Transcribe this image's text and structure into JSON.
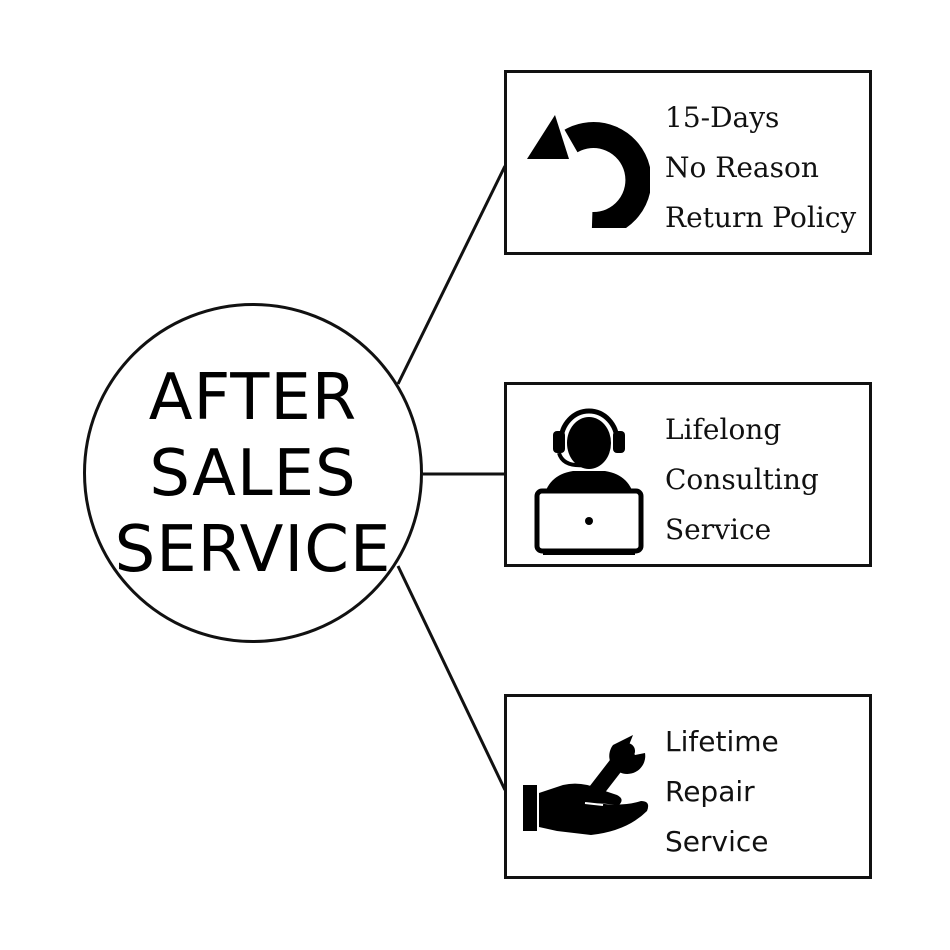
{
  "hub": {
    "lines": [
      "AFTER",
      "SALES",
      "SERVICE"
    ]
  },
  "cards": [
    {
      "icon": "return-arrow-icon",
      "lines": [
        "15-Days",
        "No Reason",
        "Return Policy"
      ]
    },
    {
      "icon": "customer-support-headset-icon",
      "lines": [
        "Lifelong",
        "Consulting",
        "Service"
      ]
    },
    {
      "icon": "wrench-in-hand-icon",
      "lines": [
        "Lifetime",
        "Repair",
        "Service"
      ]
    }
  ],
  "colors": {
    "stroke": "#111111",
    "background": "#ffffff"
  }
}
